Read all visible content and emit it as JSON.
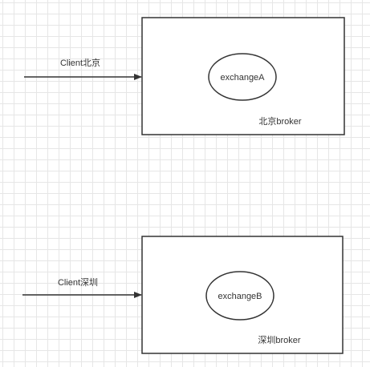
{
  "top": {
    "client_label": "Client北京",
    "exchange_label": "exchangeA",
    "broker_label": "北京broker"
  },
  "bottom": {
    "client_label": "Client深圳",
    "exchange_label": "exchangeB",
    "broker_label": "深圳broker"
  },
  "colors": {
    "stroke": "#333333",
    "grid": "#e6e6e6",
    "background": "#ffffff"
  }
}
